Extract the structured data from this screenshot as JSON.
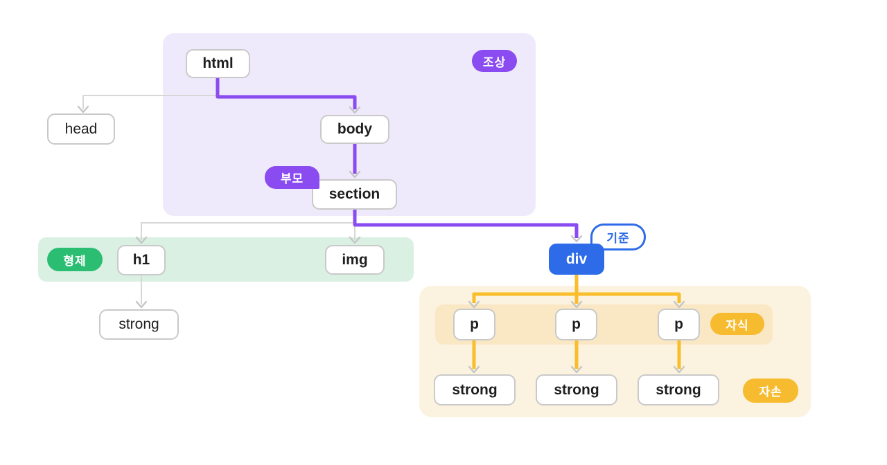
{
  "nodes": {
    "html": {
      "label": "html"
    },
    "head": {
      "label": "head"
    },
    "body": {
      "label": "body"
    },
    "section": {
      "label": "section"
    },
    "h1": {
      "label": "h1"
    },
    "img": {
      "label": "img"
    },
    "strong_under_h1": {
      "label": "strong"
    },
    "div": {
      "label": "div"
    },
    "p1": {
      "label": "p"
    },
    "p2": {
      "label": "p"
    },
    "p3": {
      "label": "p"
    },
    "strong1": {
      "label": "strong"
    },
    "strong2": {
      "label": "strong"
    },
    "strong3": {
      "label": "strong"
    }
  },
  "badges": {
    "ancestor": {
      "label": "조상"
    },
    "parent": {
      "label": "부모"
    },
    "sibling": {
      "label": "형제"
    },
    "reference": {
      "label": "기준"
    },
    "child": {
      "label": "자식"
    },
    "descendant": {
      "label": "자손"
    }
  },
  "colors": {
    "purple": "#8A4BF0",
    "purple-bg": "#EFEAFB",
    "green": "#2BBE73",
    "green-bg": "#D9F0E3",
    "blue": "#2D6BE8",
    "orange": "#F8BE2B",
    "amber": "#F7BB2F",
    "cream-outer": "#FCF2E0",
    "cream-inner": "#FAE8C5",
    "line-gray": "#D7D7D7",
    "arrow-gray": "#C5C5C5",
    "node-border": "#C9C9C9",
    "text": "#1E1E1E"
  }
}
